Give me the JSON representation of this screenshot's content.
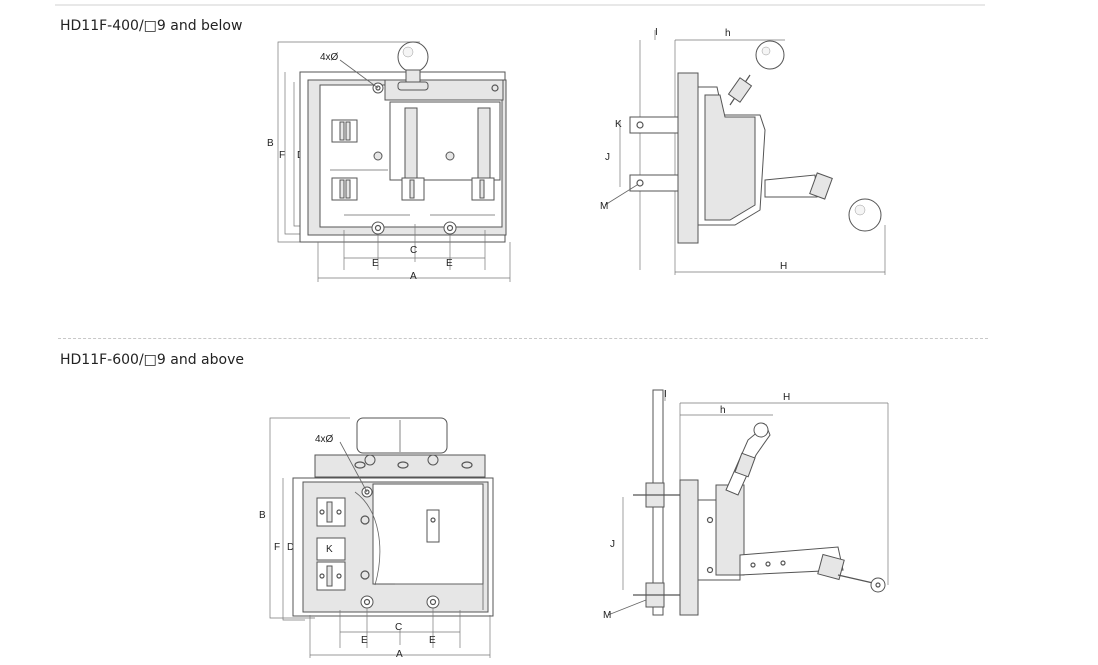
{
  "sections": [
    {
      "title": "HD11F-400/□9  and below",
      "front": {
        "mount_hole_label": "4xØ",
        "dims": {
          "A": "A",
          "B": "B",
          "C": "C",
          "D": "D",
          "E1": "E",
          "E2": "E",
          "F": "F"
        }
      },
      "side": {
        "dims": {
          "h": "h",
          "H": "H",
          "J": "J",
          "K": "K",
          "M": "M"
        }
      }
    },
    {
      "title": "HD11F-600/□9  and above",
      "front": {
        "mount_hole_label": "4xØ",
        "part_label": "K",
        "dims": {
          "A": "A",
          "B": "B",
          "C": "C",
          "D": "D",
          "E1": "E",
          "E2": "E",
          "F": "F"
        }
      },
      "side": {
        "dims": {
          "h": "h",
          "H": "H",
          "J": "J",
          "M": "M"
        }
      }
    }
  ],
  "colors": {
    "line": "#555555",
    "fill": "#e6e6e6",
    "divider": "#c8c8c8"
  }
}
